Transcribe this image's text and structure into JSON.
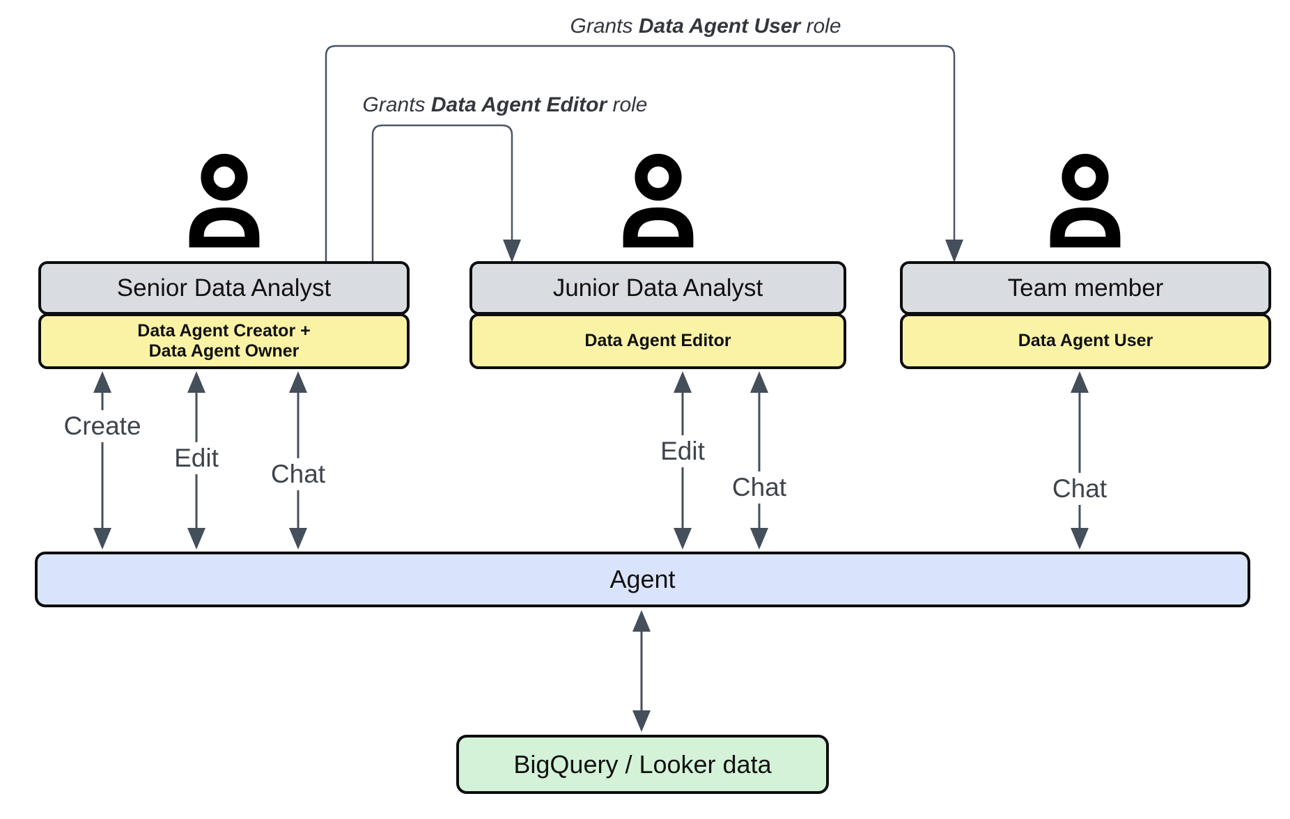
{
  "grants": {
    "user": {
      "prefix": "Grants ",
      "bold": "Data Agent User",
      "suffix": " role"
    },
    "editor": {
      "prefix": "Grants ",
      "bold": "Data Agent Editor",
      "suffix": " role"
    }
  },
  "actors": [
    {
      "title": "Senior Data Analyst",
      "role_line1": "Data Agent Creator +",
      "role_line2": "Data Agent Owner"
    },
    {
      "title": "Junior Data Analyst",
      "role_line1": "Data Agent Editor"
    },
    {
      "title": "Team member",
      "role_line1": "Data Agent User"
    }
  ],
  "interactions": {
    "senior": [
      "Create",
      "Edit",
      "Chat"
    ],
    "junior": [
      "Edit",
      "Chat"
    ],
    "team": [
      "Chat"
    ]
  },
  "agent": {
    "label": "Agent"
  },
  "datastore": {
    "label": "BigQuery / Looker data"
  },
  "colors": {
    "card_gray": "#d9dde2",
    "role_yellow": "#faf3a5",
    "agent_blue": "#d9e4fc",
    "datastore_green": "#d3f2d7",
    "arrow": "#454e5b",
    "connector": "#4b5563"
  }
}
